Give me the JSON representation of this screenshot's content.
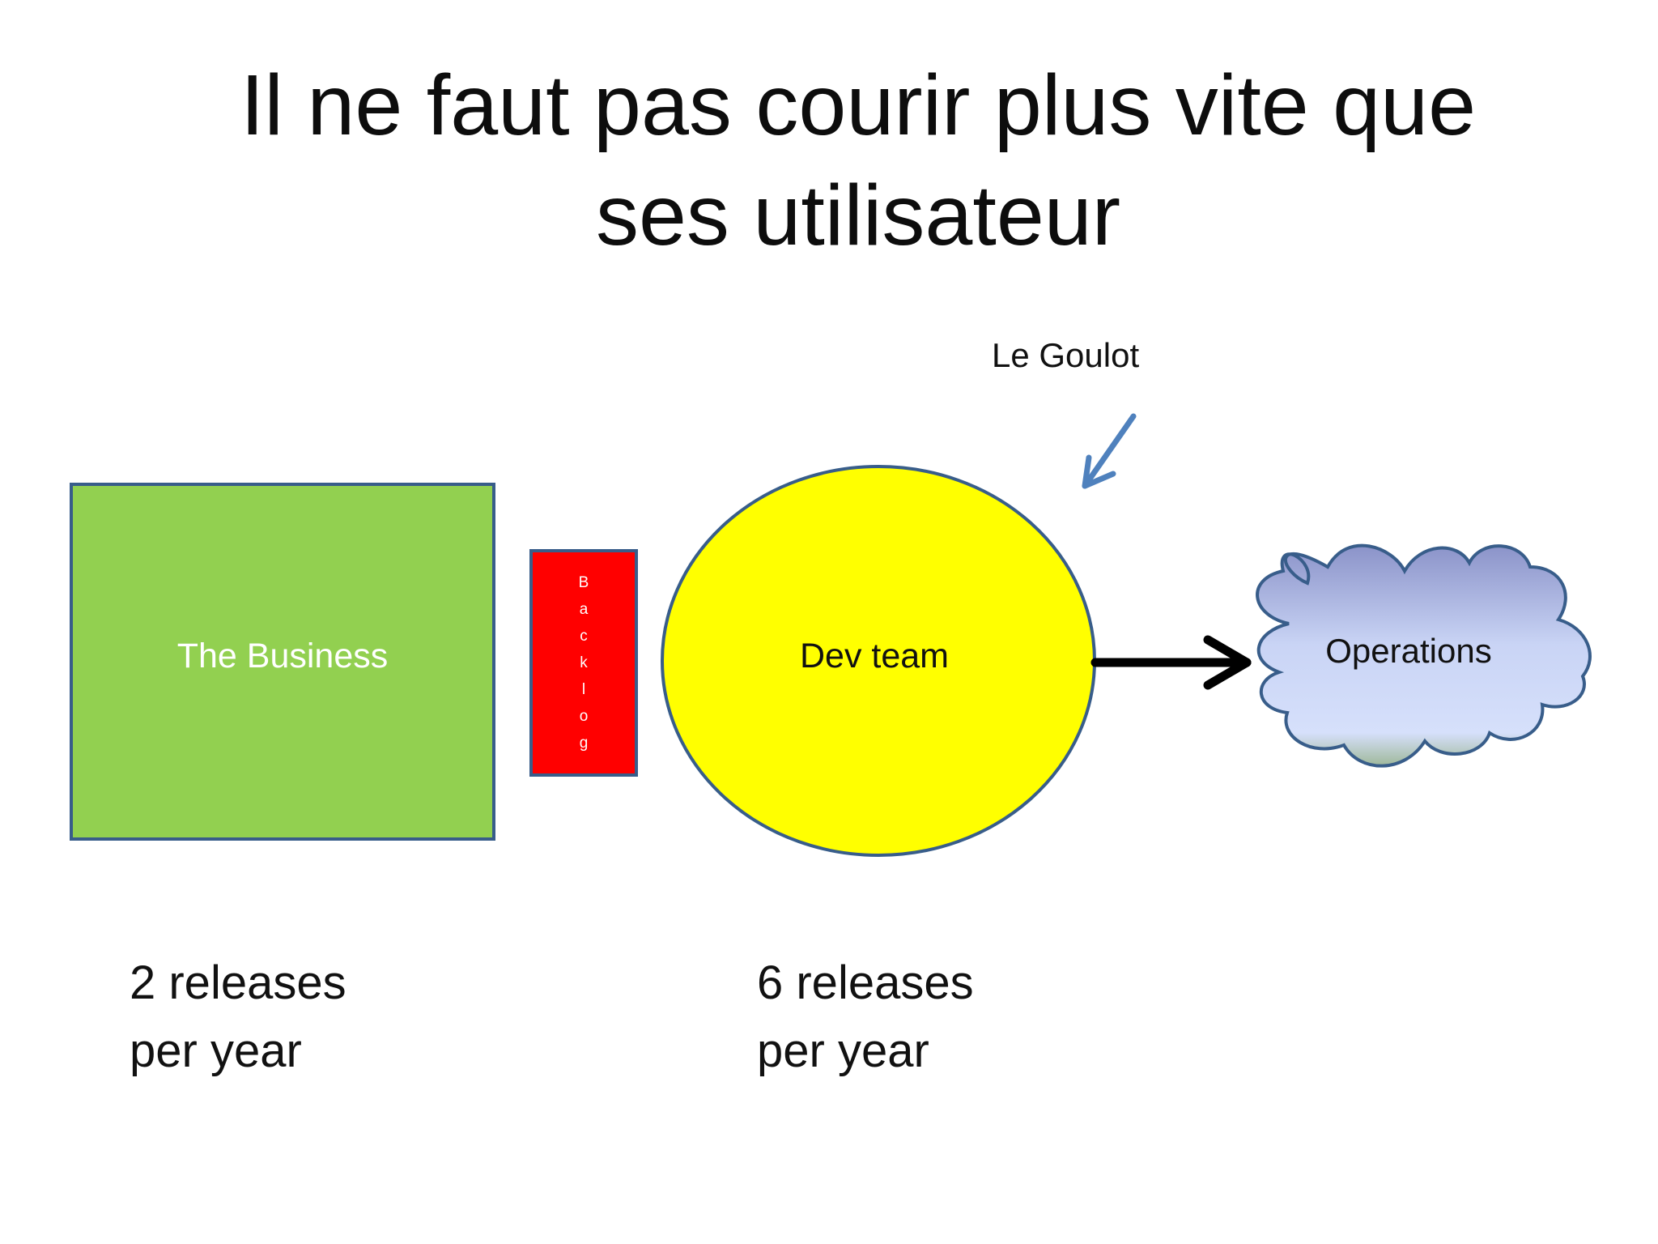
{
  "title": {
    "line1": "Il ne faut pas courir plus vite que",
    "line2": "ses utilisateur"
  },
  "nodes": {
    "business": {
      "label": "The Business",
      "color": "#92d050"
    },
    "backlog": {
      "letters": [
        "B",
        "a",
        "c",
        "k",
        "l",
        "o",
        "g"
      ],
      "color": "#ff0000"
    },
    "dev_team": {
      "label": "Dev team",
      "color": "#ffff00"
    },
    "operations": {
      "label": "Operations",
      "color": "#c9d4f5"
    }
  },
  "annotation": {
    "label": "Le Goulot",
    "arrow_color": "#4f81bd"
  },
  "releases": {
    "business": {
      "line1": "2 releases",
      "line2": "per year"
    },
    "dev": {
      "line1": "6 releases",
      "line2": "per year"
    }
  },
  "colors": {
    "outline": "#385d8a",
    "arrow": "#000000"
  }
}
